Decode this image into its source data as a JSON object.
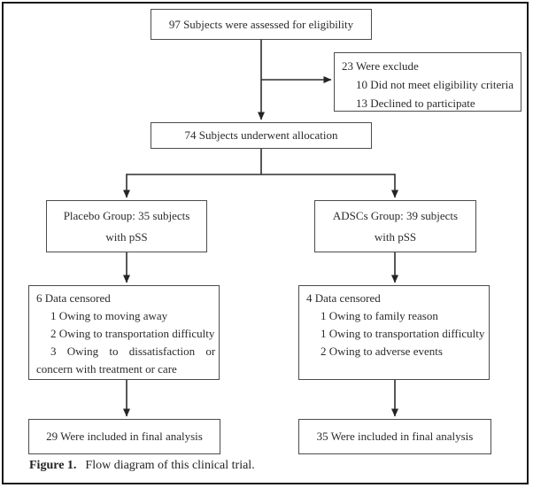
{
  "flow": {
    "eligibility": "97 Subjects were assessed for eligibility",
    "excluded": {
      "title": "23 Were exclude",
      "reasons": [
        "10 Did not meet eligibility criteria",
        "13 Declined to participate"
      ]
    },
    "allocation": "74 Subjects underwent allocation",
    "placebo_group": {
      "line1": "Placebo Group: 35 subjects",
      "line2": "with pSS"
    },
    "adscs_group": {
      "line1": "ADSCs Group: 39 subjects",
      "line2": "with pSS"
    },
    "placebo_censored": {
      "title": "6 Data censored",
      "reasons": [
        "1 Owing to moving away",
        "2 Owing to transportation difficulty",
        "3 Owing to dissatisfaction or",
        "concern with treatment or care"
      ]
    },
    "adscs_censored": {
      "title": "4 Data censored",
      "reasons": [
        "1 Owing to family reason",
        "1 Owing to transportation difficulty",
        "2 Owing to adverse events"
      ]
    },
    "placebo_final": "29 Were included in final analysis",
    "adscs_final": "35 Were included in final analysis"
  },
  "figure": {
    "caption_label": "Figure 1.",
    "caption_text": "Flow diagram of this clinical trial."
  },
  "colors": {
    "line": "#2e2e2e",
    "border": "#4c4c4c",
    "background": "#ffffff"
  }
}
